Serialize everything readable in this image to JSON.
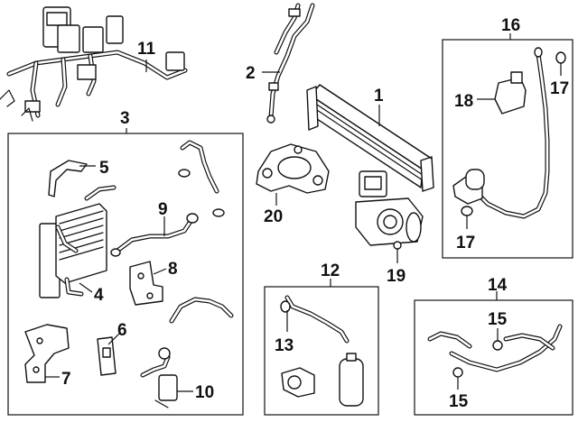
{
  "callouts": {
    "c1": "1",
    "c2": "2",
    "c3": "3",
    "c4": "4",
    "c5": "5",
    "c6": "6",
    "c7": "7",
    "c8": "8",
    "c9": "9",
    "c10": "10",
    "c11": "11",
    "c12": "12",
    "c13": "13",
    "c14": "14",
    "c15a": "15",
    "c15b": "15",
    "c16": "16",
    "c17a": "17",
    "c17b": "17",
    "c18": "18",
    "c19": "19",
    "c20": "20"
  }
}
